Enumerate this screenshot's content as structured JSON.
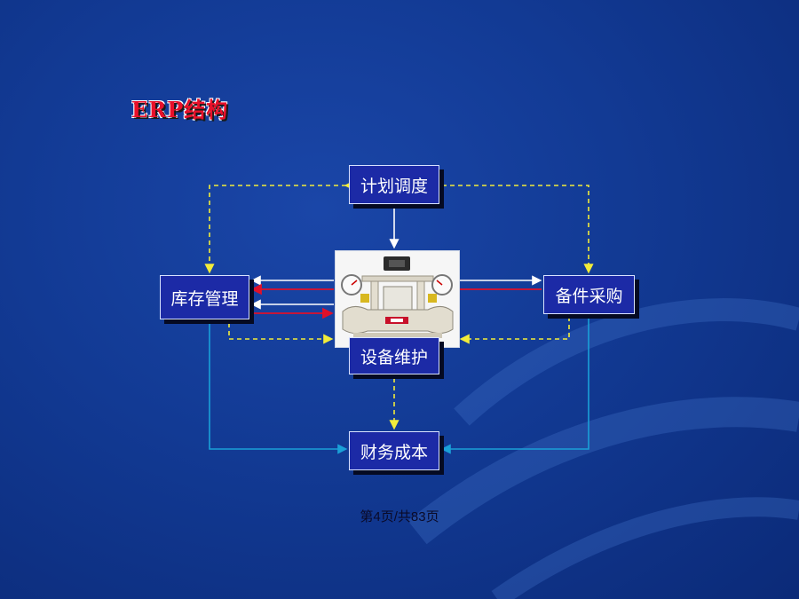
{
  "slide": {
    "title": "ERP结构",
    "footer": "第4页/共83页",
    "colors": {
      "background": "#123a94",
      "node_fill": "#1c2aa6",
      "title_red": "#e8102a",
      "yellow_dashed": "#f2ec3a",
      "cyan_line": "#1aa0d8",
      "red_arrow": "#e0102a",
      "white_arrow": "#ffffff"
    }
  },
  "diagram": {
    "nodes": {
      "plan": "计划调度",
      "stock": "库存管理",
      "purchase": "备件采购",
      "maintenance": "设备维护",
      "finance": "财务成本"
    },
    "equipment_image": "industrial-pump-machine-photo"
  }
}
